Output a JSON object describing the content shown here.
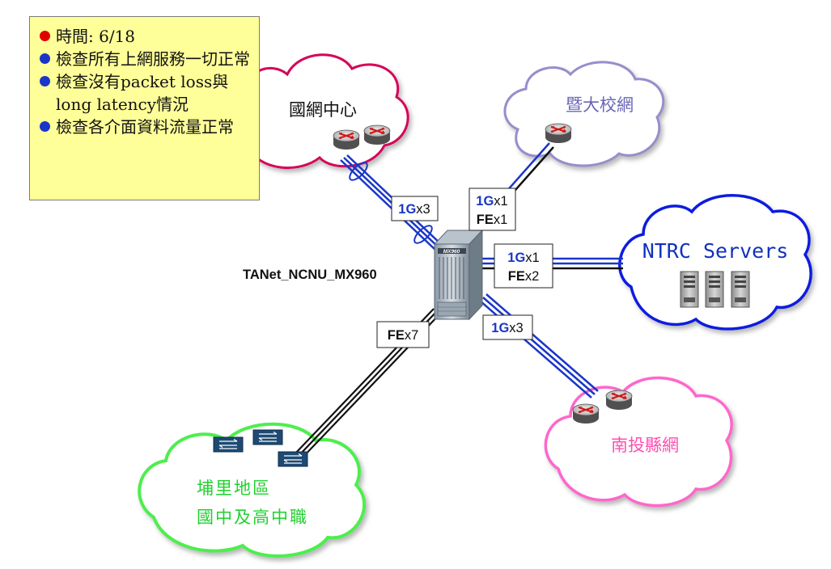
{
  "colors": {
    "bullet_red": "#e00000",
    "bullet_blue": "#1a36c8",
    "accent_blue": "#1a36c8",
    "cloud_ncc": "#d6005a",
    "cloud_ncnu": "#9a8ccc",
    "cloud_ntrc": "#0a1ee0",
    "cloud_nantou": "#ff66cc",
    "cloud_puli": "#4dee4d",
    "text_ncnu": "#6a66b8",
    "text_ntrc": "#1030c0",
    "text_nantou": "#ff4fb0",
    "text_puli": "#1fd12e"
  },
  "notes": {
    "items": [
      {
        "bullet": "red",
        "text": "時間: 6/18"
      },
      {
        "bullet": "blue",
        "text": "檢查所有上網服務一切正常"
      },
      {
        "bullet": "blue",
        "text": "檢查沒有packet loss與long latency情況"
      },
      {
        "bullet": "blue",
        "text": "檢查各介面資料流量正常"
      }
    ]
  },
  "hub": {
    "label": "TANet_NCNU_MX960",
    "chassis_label": "MX960"
  },
  "sites": {
    "ncc": {
      "label": "國網中心"
    },
    "ncnu": {
      "label": "暨大校網"
    },
    "ntrc": {
      "label": "NTRC Servers"
    },
    "nantou": {
      "label": "南投縣網"
    },
    "puli": {
      "line1": "埔里地區",
      "line2": "國中及高中職"
    }
  },
  "links": {
    "ncc": {
      "speed": "1G",
      "count": "x3"
    },
    "ncnu": {
      "speed1": "1G",
      "count1": "x1",
      "speed2": "FE",
      "count2": "x1"
    },
    "ntrc": {
      "speed1": "1G",
      "count1": "x1",
      "speed2": "FE",
      "count2": "x2"
    },
    "nantou": {
      "speed": "1G",
      "count": "x3"
    },
    "puli": {
      "speed": "FE",
      "count": "x7"
    }
  }
}
